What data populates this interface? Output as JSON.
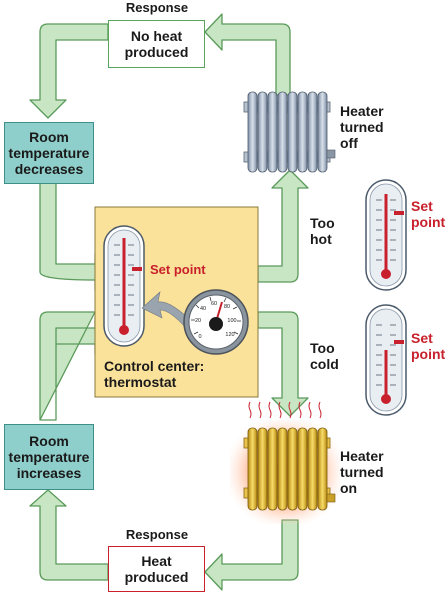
{
  "response_top": "Response",
  "response_bottom": "Response",
  "no_heat_produced": "No heat\nproduced",
  "heat_produced": "Heat\nproduced",
  "room_temp_decreases": "Room\ntemperature\ndecreases",
  "room_temp_increases": "Room\ntemperature\nincreases",
  "heater_off": [
    "Heater",
    "turned",
    "off"
  ],
  "heater_on": [
    "Heater",
    "turned",
    "on"
  ],
  "too_hot": [
    "Too",
    "hot"
  ],
  "too_cold": [
    "Too",
    "cold"
  ],
  "set_point_center": "Set point",
  "set_point_right_1": [
    "Set",
    "point"
  ],
  "set_point_right_2": [
    "Set",
    "point"
  ],
  "control_center": [
    "Control center:",
    "thermostat"
  ],
  "dial_ticks": [
    "0",
    "20",
    "40",
    "60",
    "80",
    "100",
    "120"
  ],
  "colors": {
    "arrow_fill": "#c8e6c4",
    "arrow_stroke": "#5a9a5a",
    "teal_box": "#8fcfcb",
    "control_panel": "#fbe29a",
    "set_point": "#c8202c",
    "response_green": "#5aa35a",
    "response_red": "#c8202c"
  }
}
